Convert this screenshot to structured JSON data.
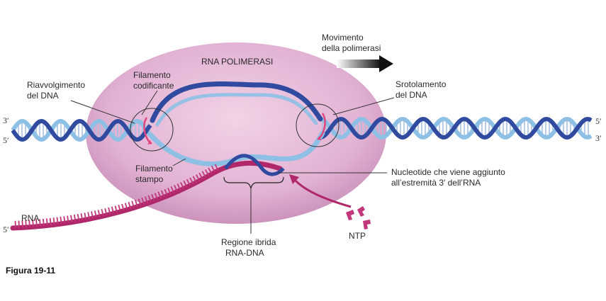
{
  "labels": {
    "polymerase": "RNA POLIMERASI",
    "movement_line1": "Movimento",
    "movement_line2": "della polimerasi",
    "rewinding_line1": "Riavvolgimento",
    "rewinding_line2": "del DNA",
    "coding_line1": "Filamento",
    "coding_line2": "codificante",
    "unwinding_line1": "Srotolamento",
    "unwinding_line2": "del DNA",
    "template_line1": "Filamento",
    "template_line2": "stampo",
    "nucleotide_line1": "Nucleotide che viene aggiunto",
    "nucleotide_line2": "all’estremità 3′ dell’RNA",
    "hybrid_line1": "Regione ibrida",
    "hybrid_line2": "RNA-DNA",
    "rna": "RNA",
    "ntp": "NTP",
    "figure": "Figura 19-11"
  },
  "strand_ends": {
    "left_top": "3′",
    "left_bottom": "5′",
    "right_top": "5′",
    "right_bottom": "3′",
    "rna_end": "5′"
  },
  "colors": {
    "polymerase": "#e6b9d8",
    "dna_dark": "#2f4a9e",
    "dna_light": "#8ec0e6",
    "rna": "#b0286a",
    "arrow": "#111111"
  }
}
